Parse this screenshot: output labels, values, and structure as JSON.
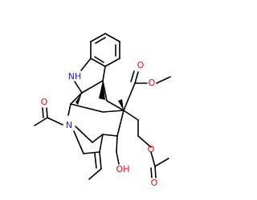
{
  "structure": {
    "colors": {
      "bond": "#000000",
      "nitrogen": "#1a1aff",
      "oxygen": "#ff0000",
      "background": "#ffffff"
    },
    "atoms": {
      "indole_nh": "NH",
      "amide_n": "N",
      "ester_carbonyl_o": "O",
      "ester_ether_o": "O",
      "hydroxyl": "OH",
      "acetate_ether_o": "O",
      "acetate_carbonyl_o": "O",
      "amide_carbonyl_o": "O"
    }
  }
}
